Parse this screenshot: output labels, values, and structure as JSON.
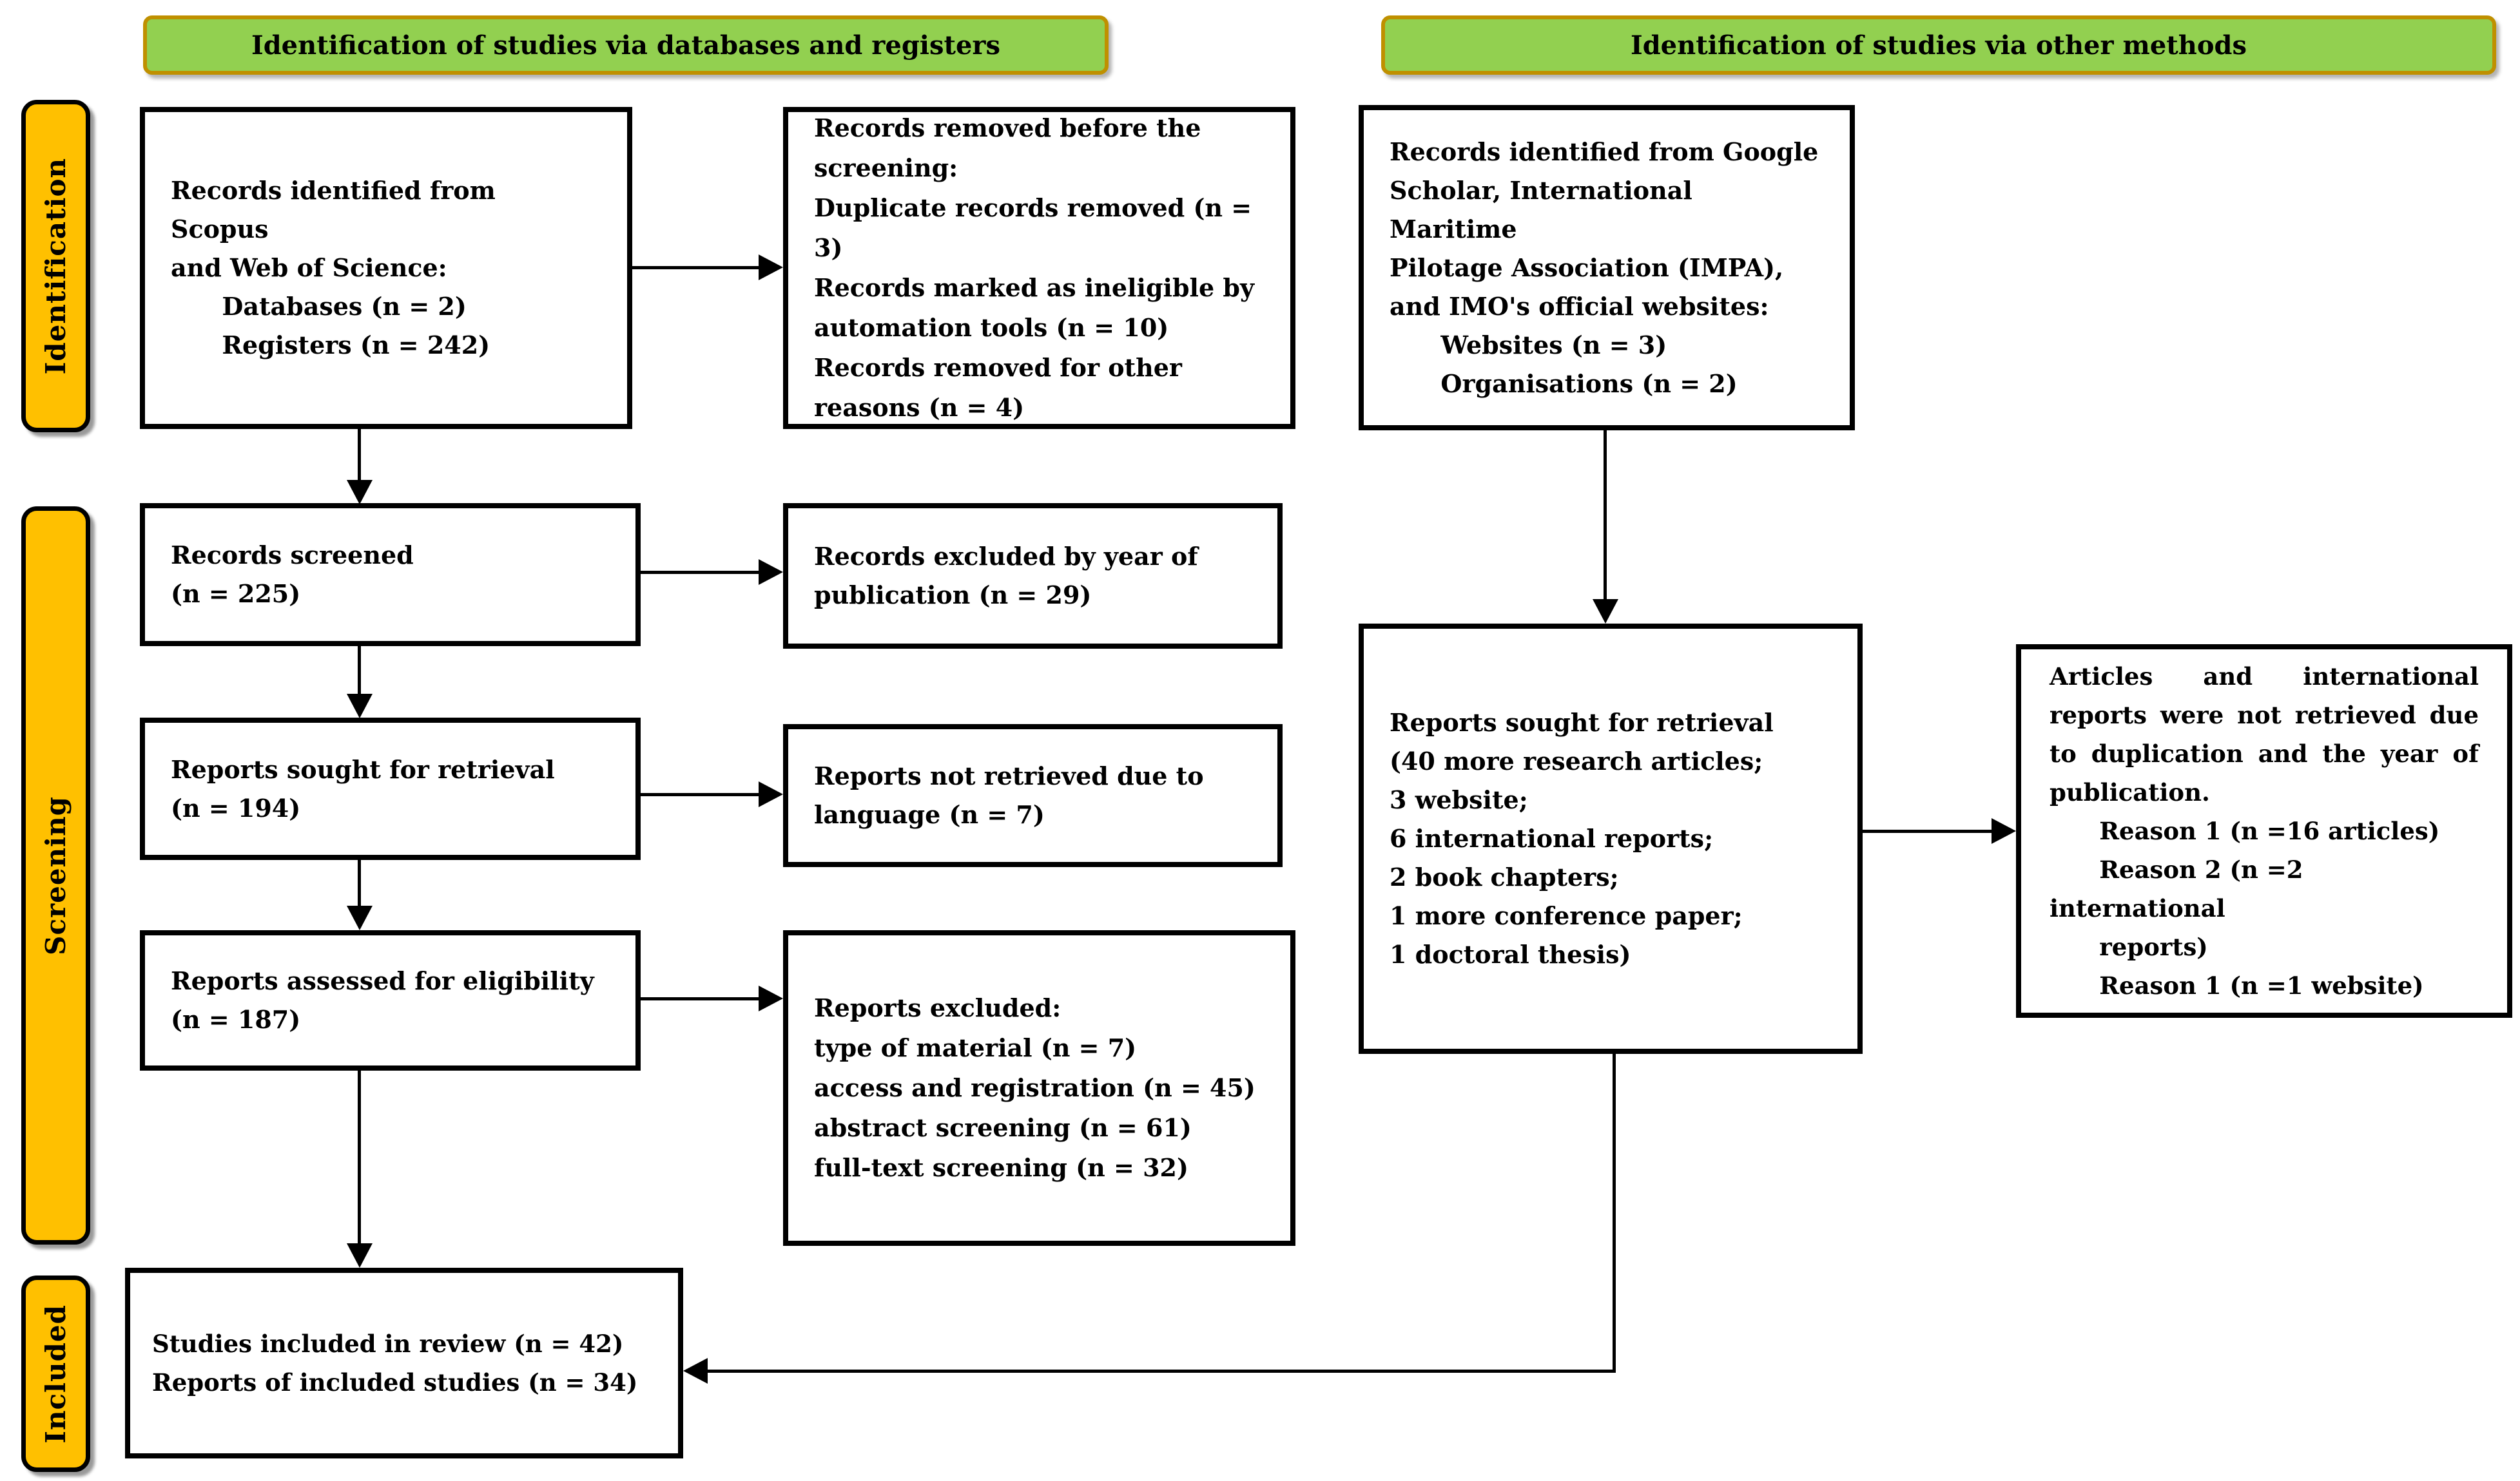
{
  "headers": {
    "left": "Identification of studies via databases and registers",
    "right": "Identification of studies via other methods"
  },
  "stages": {
    "identification": "Identification",
    "screening": "Screening",
    "included": "Included"
  },
  "colors": {
    "header_fill": "#92D050",
    "header_border": "#BF9000",
    "stage_fill": "#FFC000",
    "box_border": "#000000",
    "background": "#FFFFFF"
  },
  "boxes": {
    "records_identified_db": {
      "lines": [
        "Records identified from Scopus",
        "and Web of Science:",
        "      Databases (n = 2)",
        "      Registers (n = 242)"
      ]
    },
    "records_removed": {
      "lines": [
        "Records removed before the",
        "screening:",
        "Duplicate records removed (n = 3)",
        "Records marked as ineligible by",
        "automation tools (n = 10)",
        "Records removed for other",
        "reasons (n = 4)"
      ]
    },
    "records_screened": {
      "lines": [
        "Records screened",
        "(n = 225)"
      ]
    },
    "records_excluded_year": {
      "lines": [
        "Records excluded by year of",
        "publication (n = 29)"
      ]
    },
    "reports_sought_db": {
      "lines": [
        "Reports sought for retrieval",
        "(n = 194)"
      ]
    },
    "reports_not_retrieved_language": {
      "lines": [
        "Reports not retrieved due to",
        "language (n = 7)"
      ]
    },
    "reports_assessed": {
      "lines": [
        "Reports assessed for eligibility",
        "(n = 187)"
      ]
    },
    "reports_excluded": {
      "lines": [
        "Reports excluded:",
        "type of material (n = 7)",
        "access and registration (n = 45)",
        "abstract screening (n = 61)",
        "full-text screening (n = 32)"
      ]
    },
    "studies_included": {
      "lines": [
        "Studies included in review (n = 42)",
        "Reports of included studies (n = 34)"
      ]
    },
    "records_identified_other": {
      "lines": [
        "Records identified from Google",
        "Scholar, International Maritime",
        "Pilotage Association (IMPA),",
        "and IMO's official websites:",
        "      Websites (n = 3)",
        "      Organisations (n = 2)"
      ]
    },
    "reports_sought_other": {
      "lines": [
        "Reports sought for retrieval",
        "(40 more research articles;",
        "3 website;",
        "6 international reports;",
        "2 book chapters;",
        "1 more conference paper;",
        "1 doctoral thesis)"
      ]
    },
    "reports_not_retrieved_other": {
      "paragraph": "Articles and international reports were not retrieved due to duplication and the year of publication.",
      "reasons": [
        "      Reason 1 (n =16 articles)",
        "      Reason 2 (n =2 international",
        "      reports)",
        "      Reason 1 (n =1 website)"
      ]
    }
  }
}
